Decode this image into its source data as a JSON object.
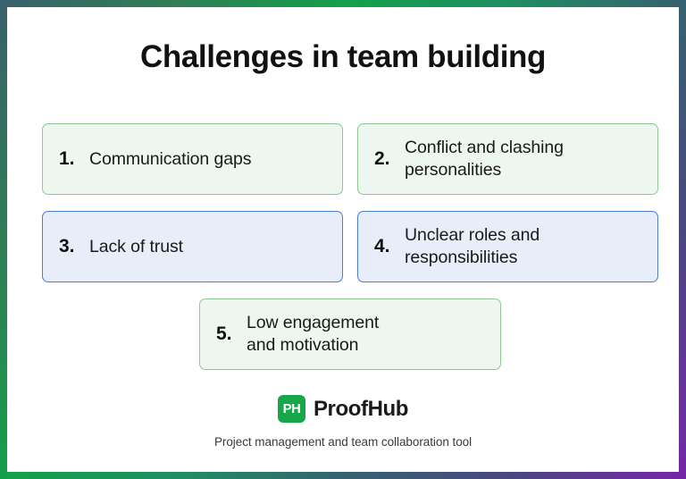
{
  "frame": {
    "gradient_colors": [
      "#39616c",
      "#13a04a",
      "#35636f",
      "#7526a8"
    ]
  },
  "title": "Challenges in team building",
  "cards": [
    {
      "number": "1.",
      "label": "Communication gaps",
      "theme": "green",
      "bg": "#eef7ef",
      "border": "#8cc790"
    },
    {
      "number": "2.",
      "label": "Conflict and clashing\npersonalities",
      "theme": "green",
      "bg": "#eef7ef",
      "border": "#8cc790"
    },
    {
      "number": "3.",
      "label": "Lack of trust",
      "theme": "blue",
      "bg": "#e7eef9",
      "border": "#4a7cd0"
    },
    {
      "number": "4.",
      "label": "Unclear roles and\nresponsibilities",
      "theme": "blue",
      "bg": "#e7eef9",
      "border": "#4a7cd0"
    },
    {
      "number": "5.",
      "label": "Low engagement\nand motivation",
      "theme": "green",
      "bg": "#eef7ef",
      "border": "#8cc790"
    }
  ],
  "brand": {
    "mark_text": "PH",
    "mark_color": "#17a64a",
    "name": "ProofHub",
    "tagline": "Project management and team collaboration tool"
  }
}
